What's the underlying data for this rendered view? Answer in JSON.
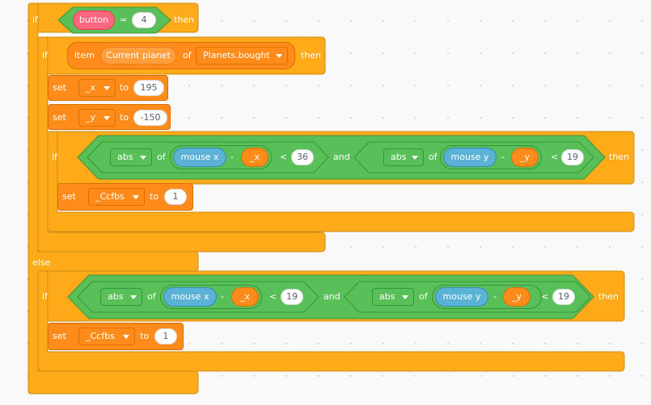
{
  "blocks": {
    "if_kw": "if",
    "then_kw": "then",
    "else_kw": "else",
    "set_kw": "set",
    "to_kw": "to",
    "and_kw": "and",
    "of_kw": "of",
    "eq_op": "=",
    "lt_op": "<",
    "minus_op": "-",
    "item_kw": "item",
    "outer_if": {
      "reporter": "button",
      "value": "4"
    },
    "inner_if": {
      "item_label": "Current planet",
      "list": "Planets.bought"
    },
    "set_x": {
      "var": "_x",
      "value": "195"
    },
    "set_y": {
      "var": "_y",
      "value": "-150"
    },
    "cond1": {
      "left": {
        "func": "abs",
        "reporter": "mouse x",
        "var": "_x",
        "limit": "36"
      },
      "right": {
        "func": "abs",
        "reporter": "mouse y",
        "var": "_y",
        "limit": "19"
      }
    },
    "set_cc1": {
      "var": "_Ccfbs",
      "value": "1"
    },
    "cond2": {
      "left": {
        "func": "abs",
        "reporter": "mouse x",
        "var": "_x",
        "limit": "19"
      },
      "right": {
        "func": "abs",
        "reporter": "mouse y",
        "var": "_y",
        "limit": "19"
      }
    },
    "set_cc2": {
      "var": "_Ccfbs",
      "value": "1"
    }
  },
  "colors": {
    "control": "#ffab19",
    "variables": "#ff8c1a",
    "operators": "#59c059",
    "sensing": "#5cb1d6",
    "custom": "#ff6680"
  }
}
